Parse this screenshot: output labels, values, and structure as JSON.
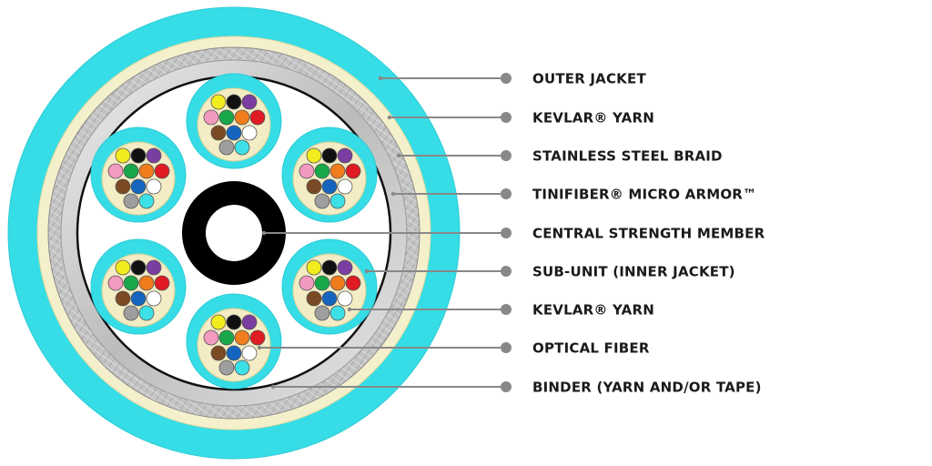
{
  "colors": {
    "outer_jacket": "#36dde6",
    "kevlar_ring": "#f5f0cc",
    "braid": "#bdbdbd",
    "armor": "#d4d4d4",
    "binder": "#ffffff",
    "subunit": "#36dde6",
    "subunit_kevlar": "#f3ecc4",
    "strength_member": "#000000",
    "leader": "#888888",
    "label": "#1a1a1a",
    "fibers": [
      "#f2ec1e",
      "#111111",
      "#7a3ea1",
      "#f29ac0",
      "#18a84a",
      "#f07d1c",
      "#e01b24",
      "#7a4a24",
      "#1565c0",
      "#ffffff",
      "#9e9e9e",
      "#3de0e6"
    ]
  },
  "callouts": [
    {
      "id": "outer-jacket",
      "label": "OUTER JACKET"
    },
    {
      "id": "kevlar-yarn",
      "label": "KEVLAR® YARN"
    },
    {
      "id": "stainless-steel-braid",
      "label": "STAINLESS STEEL BRAID"
    },
    {
      "id": "tinifiber-micro-armor",
      "label": "TINIFIBER® MICRO ARMOR™"
    },
    {
      "id": "central-strength-member",
      "label": "CENTRAL STRENGTH MEMBER"
    },
    {
      "id": "sub-unit-inner-jacket",
      "label": "SUB-UNIT (INNER JACKET)"
    },
    {
      "id": "kevlar-yarn-2",
      "label": "KEVLAR® YARN"
    },
    {
      "id": "optical-fiber",
      "label": "OPTICAL FIBER"
    },
    {
      "id": "binder",
      "label": "BINDER (YARN AND/OR TAPE)"
    }
  ]
}
